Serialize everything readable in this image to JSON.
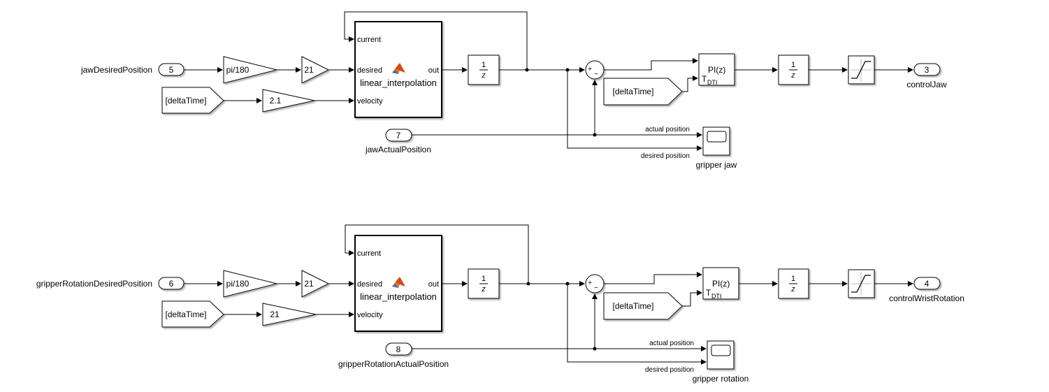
{
  "colors": {
    "line": "#000000",
    "block_fill": "#ffffff",
    "block_stroke": "#000000",
    "shadow": "#b0b0b0",
    "matlab_icon": "#e8732a"
  },
  "top": {
    "desired_label": "jawDesiredPosition",
    "desired_port": "5",
    "gain_deg": "pi/180",
    "gain_desired": "21",
    "from_tag": "[deltaTime]",
    "gain_velocity": "2.1",
    "fcn_name": "linear_interpolation",
    "fcn_in_current": "current",
    "fcn_in_desired": "desired",
    "fcn_in_velocity": "velocity",
    "fcn_out": "out",
    "delay_num": "1",
    "delay_den": "z",
    "sum_plus": "+",
    "sum_minus": "−",
    "pi_label": "PI(z)",
    "pi_sub_t": "T",
    "pi_sub_dtl": "DTI",
    "pi_from_tag": "[deltaTime]",
    "delay2_num": "1",
    "delay2_den": "z",
    "out_port": "3",
    "out_label": "controlJaw",
    "actual_port": "7",
    "actual_label": "jawActualPosition",
    "scope_sig_actual": "actual position",
    "scope_sig_desired": "desired position",
    "scope_name": "gripper jaw"
  },
  "bottom": {
    "desired_label": "gripperRotationDesiredPosition",
    "desired_port": "6",
    "gain_deg": "pi/180",
    "gain_desired": "21",
    "from_tag": "[deltaTime]",
    "gain_velocity": "21",
    "fcn_name": "linear_interpolation",
    "fcn_in_current": "current",
    "fcn_in_desired": "desired",
    "fcn_in_velocity": "velocity",
    "fcn_out": "out",
    "delay_num": "1",
    "delay_den": "z",
    "sum_plus": "+",
    "sum_minus": "−",
    "pi_label": "PI(z)",
    "pi_sub_t": "T",
    "pi_sub_dtl": "DTI",
    "pi_from_tag": "[deltaTime]",
    "delay2_num": "1",
    "delay2_den": "z",
    "out_port": "4",
    "out_label": "controlWristRotation",
    "actual_port": "8",
    "actual_label": "gripperRotationActualPosition",
    "scope_sig_actual": "actual position",
    "scope_sig_desired": "desired position",
    "scope_name": "gripper rotation"
  }
}
